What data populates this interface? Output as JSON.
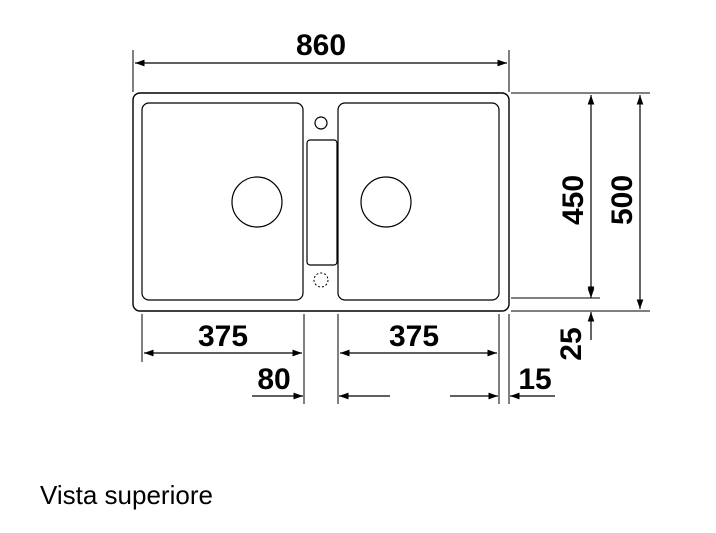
{
  "dimensions": {
    "overall_width": "860",
    "overall_depth": "500",
    "bowl_depth": "450",
    "bowl_left_width": "375",
    "bowl_right_width": "375",
    "center_gap": "80",
    "right_margin": "15",
    "bottom_margin": "25"
  },
  "caption": "Vista superiore"
}
